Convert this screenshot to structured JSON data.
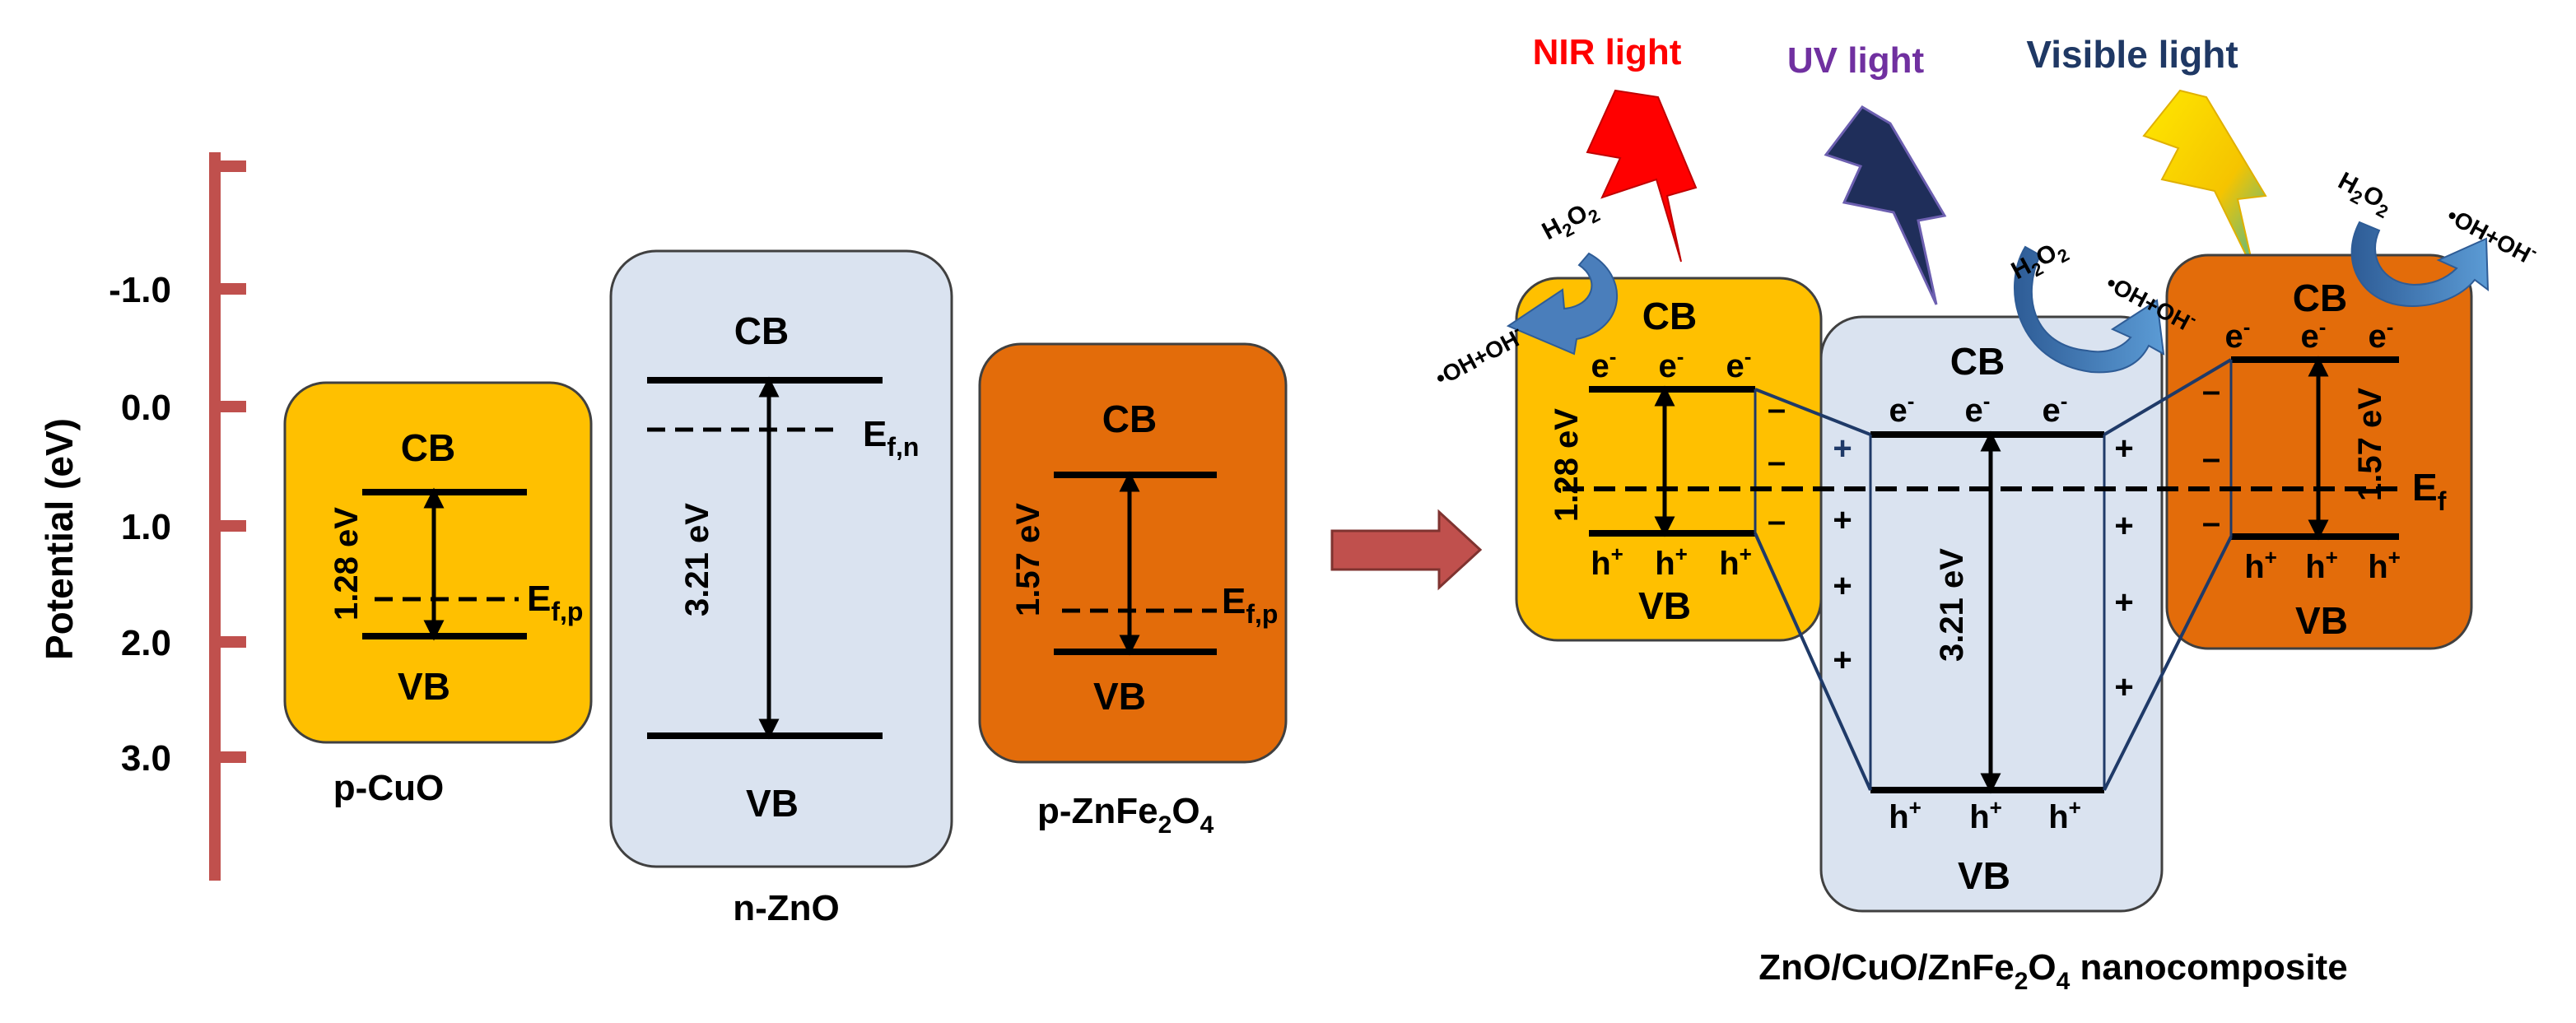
{
  "axis": {
    "label": "Potential (eV)",
    "ticks": [
      "-1.0",
      "0.0",
      "1.0",
      "2.0",
      "3.0"
    ],
    "color": "#C0504D"
  },
  "left_panel": {
    "cuo": {
      "cb": "CB",
      "vb": "VB",
      "gap": "1.28 eV",
      "ef": "E",
      "ef_sub": "f,p",
      "name": "p-CuO"
    },
    "zno": {
      "cb": "CB",
      "vb": "VB",
      "gap": "3.21 eV",
      "ef": "E",
      "ef_sub": "f,n",
      "name": "n-ZnO"
    },
    "zfo": {
      "cb": "CB",
      "vb": "VB",
      "gap": "1.57 eV",
      "ef": "E",
      "ef_sub": "f,p",
      "name_parts": [
        "p-ZnFe",
        "2",
        "O",
        "4"
      ]
    }
  },
  "lights": {
    "nir": {
      "label": "NIR light",
      "color": "#FF0000"
    },
    "uv": {
      "label": "UV light",
      "color": "#7030A0"
    },
    "visible": {
      "label": "Visible light",
      "color": "#1F3864"
    }
  },
  "composite": {
    "cuo": {
      "cb": "CB",
      "vb": "VB",
      "gap": "1.28 eV"
    },
    "zno": {
      "cb": "CB",
      "vb": "VB",
      "gap": "3.21 eV"
    },
    "zfo": {
      "cb": "CB",
      "vb": "VB",
      "gap": "1.57 eV"
    },
    "electron": "e",
    "electron_sup": "-",
    "hole": "h",
    "hole_sup": "+",
    "plus": "+",
    "minus": "–",
    "ef": "E",
    "ef_sub": "f",
    "h2o2": {
      "main": "H",
      "sub1": "2",
      "mid": "O",
      "sub2": "2"
    },
    "radical": "•OH+OH",
    "radical_sup": "-",
    "caption_parts": [
      "ZnO/CuO/ZnFe",
      "2",
      "O",
      "4",
      " nanocomposite"
    ]
  },
  "colors": {
    "cuo": "#FFC000",
    "zno": "#DAE3F0",
    "zfo": "#E36C0A",
    "transfer_arrow": "#C0504D",
    "curved_arrow": "#4A7EBB"
  }
}
